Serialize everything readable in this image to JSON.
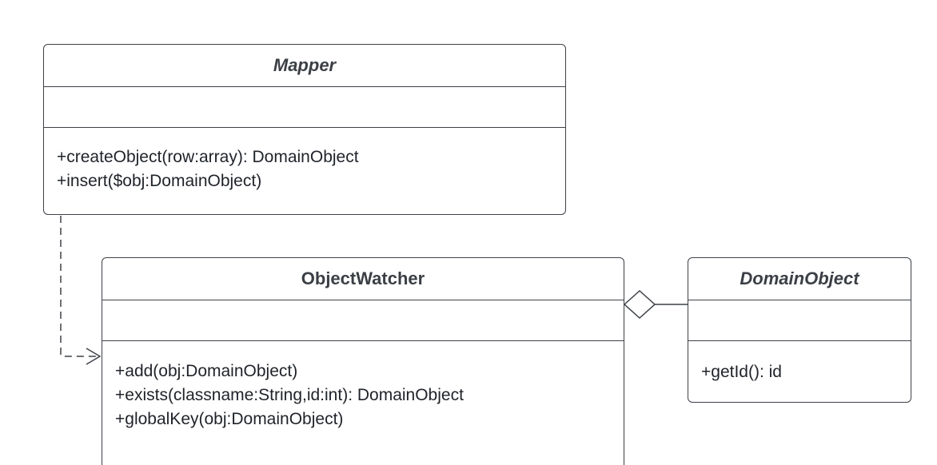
{
  "classes": {
    "mapper": {
      "name": "Mapper",
      "operations": [
        "+createObject(row:array): DomainObject",
        "+insert($obj:DomainObject)"
      ]
    },
    "object_watcher": {
      "name": "ObjectWatcher",
      "operations": [
        "+add(obj:DomainObject)",
        "+exists(classname:String,id:int): DomainObject",
        "+globalKey(obj:DomainObject)"
      ]
    },
    "domain_object": {
      "name": "DomainObject",
      "operations": [
        "+getId(): id"
      ]
    }
  },
  "relationships": [
    {
      "type": "dependency",
      "from": "Mapper",
      "to": "ObjectWatcher"
    },
    {
      "type": "aggregation",
      "from": "DomainObject",
      "to": "ObjectWatcher"
    }
  ]
}
